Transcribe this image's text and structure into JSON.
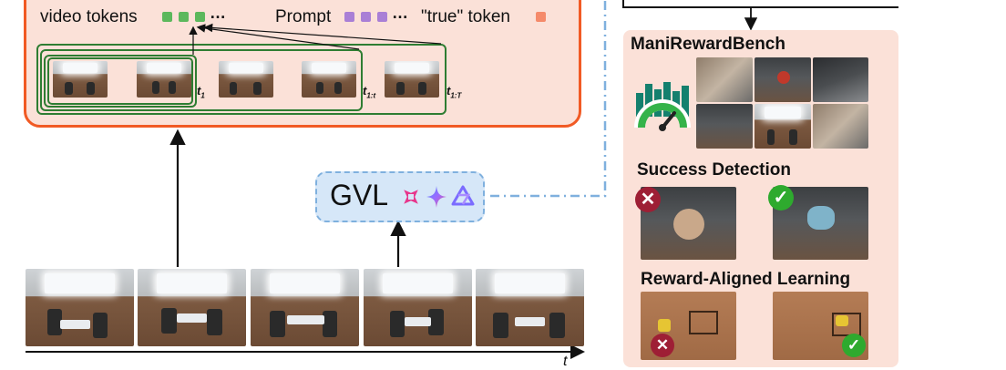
{
  "left_panel": {
    "video_tokens_label": "video tokens",
    "prompt_label": "Prompt",
    "true_token_label": "\"true\" token",
    "ellipsis": "…",
    "t1_label": "t",
    "t1_sub": "1",
    "t1t_label": "t",
    "t1t_sub": "1:t",
    "t1T_label": "t",
    "t1T_sub": "1:T"
  },
  "gvl": {
    "label": "GVL",
    "logos": [
      "sparkle-x-icon",
      "gemini-star-icon",
      "triangle-knot-icon"
    ]
  },
  "timeline": {
    "axis_label": "t"
  },
  "right_panel": {
    "bench_title": "ManiRewardBench",
    "success_title": "Success Detection",
    "reward_title": "Reward-Aligned Learning",
    "check_mark": "✓",
    "cross_mark": "✕"
  },
  "colors": {
    "panel_fill": "#fbe1d8",
    "panel_border": "#f15a24",
    "green_frame": "#2e7d32",
    "token_green": "#5cb85c",
    "token_purple": "#a97fd6",
    "token_orange": "#f58a6a",
    "gvl_fill": "#d6e7f8",
    "gvl_border": "#7fb0de",
    "check_green": "#2eaa2e",
    "cross_red": "#9e1f35"
  }
}
